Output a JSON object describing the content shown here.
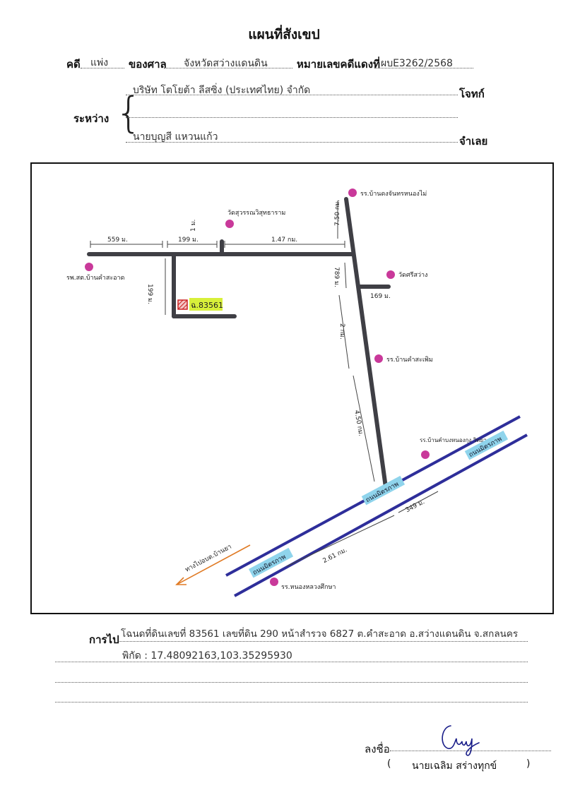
{
  "header": {
    "title": "แผนที่สังเขป",
    "case_label": "คดี",
    "case_type": "แพ่ง",
    "court_label": "ของศาล",
    "court_name": "จังหวัดสว่างแดนดิน",
    "red_case_label": "หมายเลขคดีแดงที่",
    "red_case_no": "ผบE3262/2568"
  },
  "parties": {
    "between_label": "ระหว่าง",
    "plaintiff": "บริษัท โตโยต้า ลีสซิ่ง (ประเทศไทย) จำกัด",
    "plaintiff_role": "โจทก์",
    "defendant": "นายบุญสี แหวนแก้ว",
    "defendant_role": "จำเลย"
  },
  "map": {
    "labels": {
      "school_top": "รร.บ้านดงจันทรหนองไม่",
      "wat_top": "วัดสุวรรณวิสุทธาราม",
      "hospital": "รพ.สต.บ้านคำสะอาด",
      "wat_right": "วัดศรีสว่าง",
      "school_mid": "รร.บ้านคำสะเพิม",
      "school_low": "รร.บ้านคำบงหนองกุง วิทยา",
      "school_bottom": "รร.หนองหลวงศึกษา",
      "plot": "ฉ.83561",
      "road_name": "ถนนมิตรภาพ",
      "direction": "ทางไปอบต.บ้านยา"
    },
    "distances": {
      "d1": "559 ม.",
      "d2": "199 ม.",
      "d3": "1.47 กม.",
      "d4": "7.50 กม.",
      "d5": "199 ม.",
      "d6": "2 กม.",
      "d7": "4.50 กม.",
      "d8": "169 ม.",
      "d9": "789 ม.",
      "d10": "2.61 กม.",
      "d11": "349 ม.",
      "d12": "1 ม."
    },
    "colors": {
      "road": "#3f3f45",
      "highway": "#2e2e9a",
      "pin": "#c9399a",
      "highlight": "#d8f03a",
      "road_label_bg": "#8fd4ec",
      "direction": "#e07a24"
    }
  },
  "footer": {
    "directions_label": "การไป",
    "line1": "โฉนดที่ดินเลขที่ 83561 เลขที่ดิน 290 หน้าสำรวจ 6827 ต.คำสะอาด อ.สว่างแดนดิน จ.สกลนคร",
    "line2": "พิกัด : 17.48092163,103.35295930",
    "sign_label": "ลงชื่อ",
    "signer": "นายเฉลิม  สร่างทุกข์",
    "paren_open": "(",
    "paren_close": ")"
  }
}
